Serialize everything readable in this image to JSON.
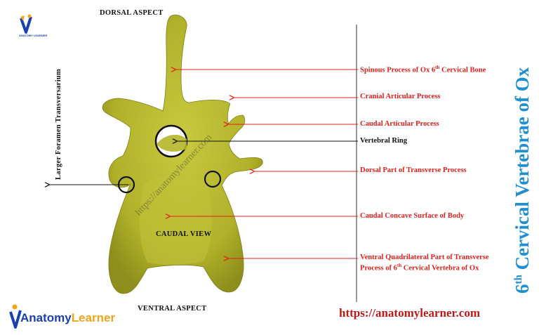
{
  "aspects": {
    "dorsal": "DORSAL ASPECT",
    "ventral": "VENTRAL  ASPECT",
    "view": "CAUDAL  VIEW"
  },
  "title": {
    "prefix": "6",
    "sup": "th",
    "rest": " Cervical Vertebrae of Ox",
    "color": "#1f8fd1"
  },
  "side_label": "Larger Foramen Transversarium",
  "labels": {
    "spinous": {
      "text": "Spinous Process of Ox  6",
      "sup": "th",
      "rest": " Cervical Bone"
    },
    "cranial_articular": "Cranial Articular Process",
    "caudal_articular": "Caudal Articular  Process",
    "vertebral_ring": "Vertebral Ring",
    "dorsal_transverse": "Dorsal Part  of  Transverse Process",
    "caudal_concave": "Caudal Concave  Surface of Body",
    "ventral_quad_line1": "Ventral Quadrilateral Part of Transverse",
    "ventral_quad_line2_a": "Process  of  6",
    "ventral_quad_line2_sup": "th",
    "ventral_quad_line2_b": " Cervical  Vertebra of Ox"
  },
  "watermark": "https://anatomylearner.com",
  "footer_url": "https://anatomylearner.com",
  "logo": {
    "part1": "Anatomy",
    "part2": "Learner",
    "small_text": "ANATOMY LEARNER"
  },
  "colors": {
    "label_red": "#e0201a",
    "bone": "#b5b52a",
    "arrow": "#e0201a"
  }
}
